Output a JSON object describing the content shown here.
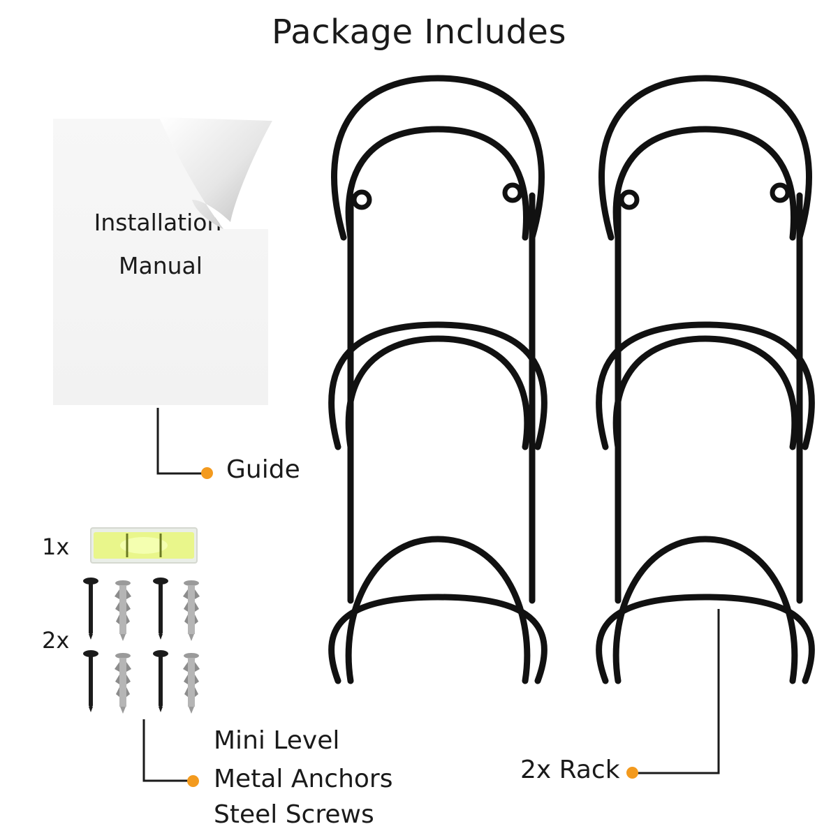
{
  "heading": "Package Includes",
  "manual": {
    "line1": "Installation",
    "line2": "Manual"
  },
  "callouts": {
    "guide": "Guide",
    "rack": "2x Rack",
    "hardware": [
      "Mini Level",
      "Metal Anchors",
      "Steel Screws"
    ]
  },
  "quantities": {
    "level": "1x",
    "fasteners": "2x"
  },
  "colors": {
    "accent": "#f39a1e",
    "rack": "#111111",
    "level_fluid": "#e9f77a"
  },
  "icons": [
    "page-curl-icon",
    "mini-level-icon",
    "screw-icon",
    "anchor-icon",
    "wall-rack-icon"
  ]
}
